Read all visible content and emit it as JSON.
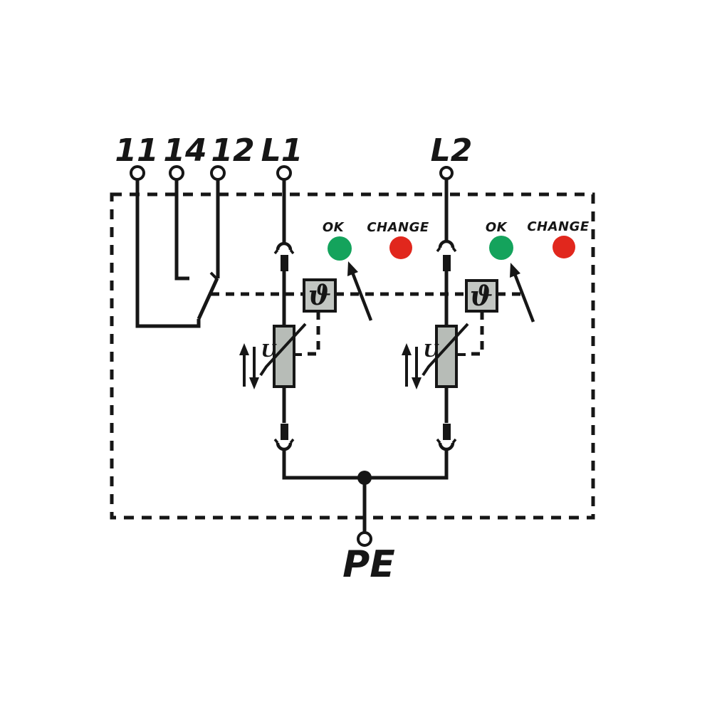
{
  "diagram": {
    "description_labels": {
      "terminal_11": "11",
      "terminal_14": "14",
      "terminal_12": "12",
      "terminal_L1": "L1",
      "terminal_L2": "L2",
      "terminal_PE": "PE"
    },
    "channels": [
      {
        "ok_label": "OK",
        "change_label": "CHANGE",
        "thermal_symbol": "ϑ",
        "voltage_label": "U"
      },
      {
        "ok_label": "OK",
        "change_label": "CHANGE",
        "thermal_symbol": "ϑ",
        "voltage_label": "U"
      }
    ],
    "colors": {
      "ok_led": "#14a35c",
      "change_led": "#e1271d",
      "component_fill": "#b7bcb7",
      "line": "#161616"
    }
  }
}
